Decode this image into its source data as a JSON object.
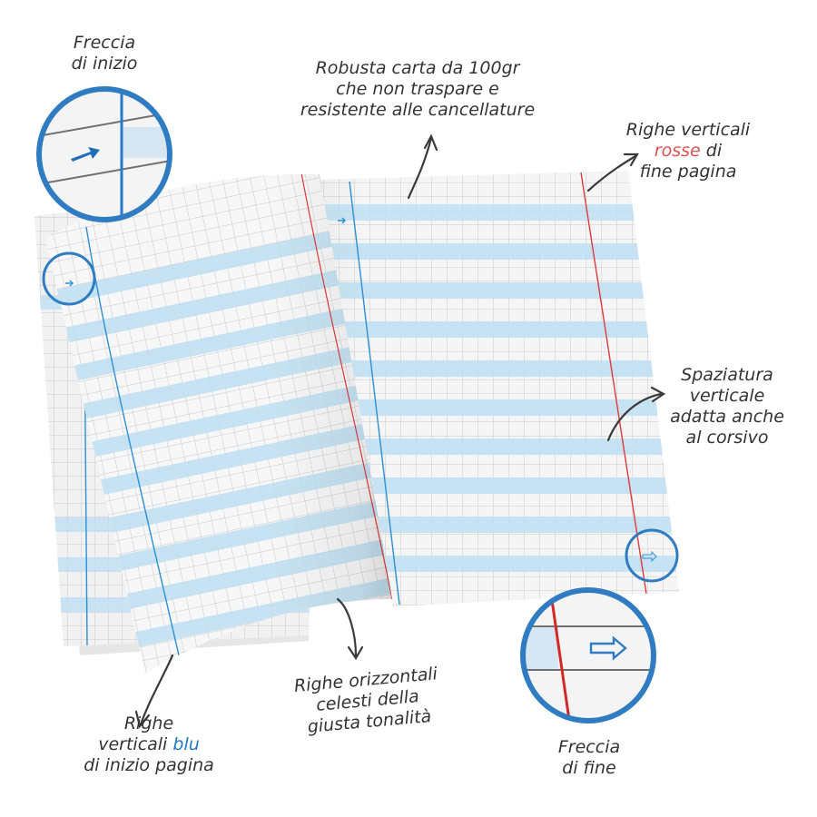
{
  "colors": {
    "paper": "#f4f4f4",
    "grid": "#c9c9c9",
    "band": "#bfe0f3",
    "margin_blue": "#2a8fd6",
    "margin_red": "#e03a3a",
    "callout_ring": "#2f7cc2",
    "text": "#333333",
    "text_blue": "#1f77c8",
    "text_red": "#e05050"
  },
  "annotations": {
    "start_arrow": {
      "line1": "Freccia",
      "line2": "di inizio"
    },
    "paper": {
      "line1": "Robusta carta da 100gr",
      "line2": "che non traspare e",
      "line3": "resistente alle cancellature"
    },
    "red_lines": {
      "line1": "Righe verticali",
      "highlight": "rosse",
      "line2_rest": " di",
      "line3": "fine pagina"
    },
    "spacing": {
      "line1": "Spaziatura",
      "line2": "verticale",
      "line3": "adatta anche",
      "line4": "al corsivo"
    },
    "blue_lines": {
      "line1": "Righe",
      "line2_prefix": "verticali ",
      "highlight": "blu",
      "line3": "di inizio pagina"
    },
    "horizontal": {
      "line1": "Righe orizzontali",
      "line2": "celesti della",
      "line3": "giusta tonalità"
    },
    "end_arrow": {
      "line1": "Freccia",
      "line2": "di fine"
    }
  },
  "icons": {
    "start_arrow": "right-arrow-filled-icon",
    "end_arrow": "right-arrow-outline-icon"
  }
}
